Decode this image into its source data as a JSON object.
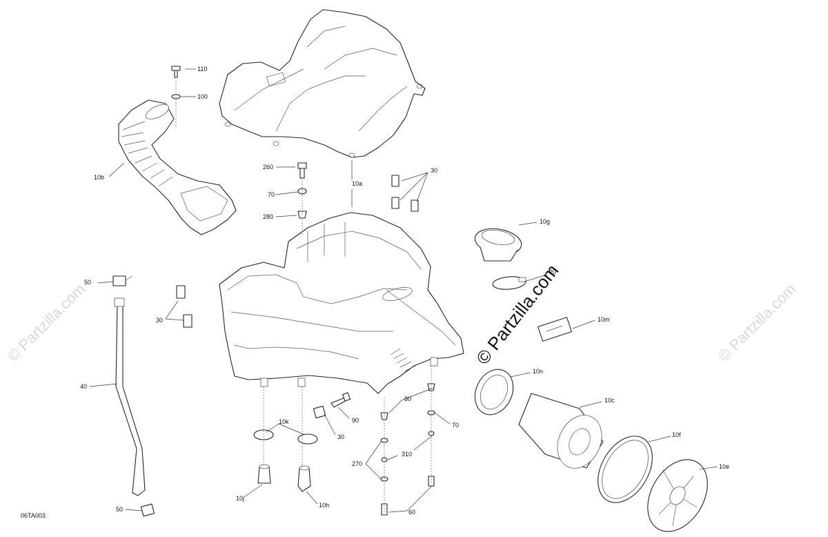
{
  "diagram_code": "06TA003",
  "watermark": "© Partzilla.com",
  "callouts": {
    "c110": "110",
    "c100": "100",
    "c10b": "10b",
    "c260": "260",
    "c10a": "10a",
    "c70a": "70",
    "c280": "280",
    "c30a": "30",
    "c10g": "10g",
    "c50a": "50",
    "c20": "20",
    "c30b": "30",
    "c10m": "10m",
    "c40": "40",
    "c10n": "10n",
    "c10c": "10c",
    "c80": "80",
    "c10k": "10k",
    "c90": "90",
    "c70b": "70",
    "c30c": "30",
    "c10f": "10f",
    "c310": "310",
    "c270": "270",
    "c10e": "10e",
    "c10j": "10j",
    "c10h": "10h",
    "c60": "60",
    "c50b": "50"
  }
}
